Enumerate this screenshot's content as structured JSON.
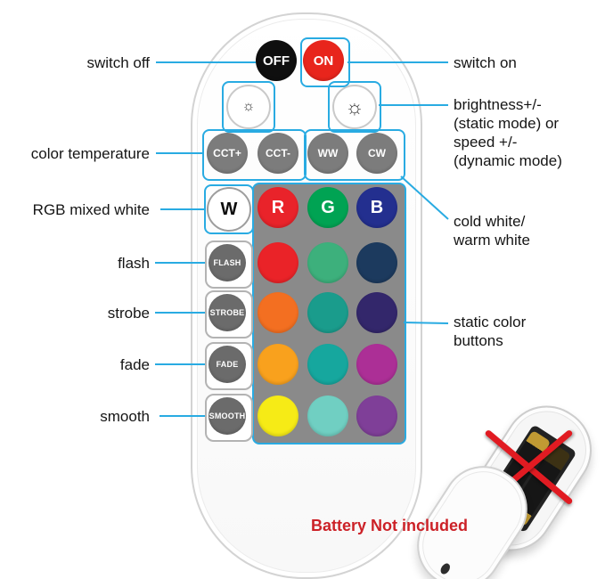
{
  "colors": {
    "accent": "#29abe2",
    "off_button": "#0f0f0f",
    "on_button": "#e8251c",
    "panel": "#8a8a8a",
    "note_red": "#cc2127"
  },
  "annotations": {
    "left": {
      "switch_off": "switch off",
      "color_temperature": "color temperature",
      "rgb_mixed_white": "RGB mixed white",
      "flash": "flash",
      "strobe": "strobe",
      "fade": "fade",
      "smooth": "smooth"
    },
    "right": {
      "switch_on": "switch on",
      "brightness": "brightness+/-\n(static mode) or\nspeed +/-\n(dynamic mode)",
      "cold_warm": "cold white/\nwarm white",
      "static_colors": "static color\nbuttons"
    },
    "battery_note": "Battery Not included"
  },
  "remote": {
    "off_label": "OFF",
    "on_label": "ON",
    "icons": {
      "brightness_down": "☼",
      "brightness_up": "☼"
    },
    "cct_buttons": [
      "CCT+",
      "CCT-",
      "WW",
      "CW"
    ],
    "white_label": "W",
    "rgb_buttons": [
      {
        "label": "R",
        "color": "#e9232a"
      },
      {
        "label": "G",
        "color": "#00a353"
      },
      {
        "label": "B",
        "color": "#232f8f"
      }
    ],
    "mode_buttons": [
      "FLASH",
      "STROBE",
      "FADE",
      "SMOOTH"
    ],
    "color_rows": [
      [
        "#ea2328",
        "#3db07c",
        "#1c3a5e"
      ],
      [
        "#f36f21",
        "#1a9c8c",
        "#33276b"
      ],
      [
        "#f9a11d",
        "#16a79e",
        "#ac2f96"
      ],
      [
        "#f6eb16",
        "#70cfc2",
        "#7f3f98"
      ]
    ]
  }
}
